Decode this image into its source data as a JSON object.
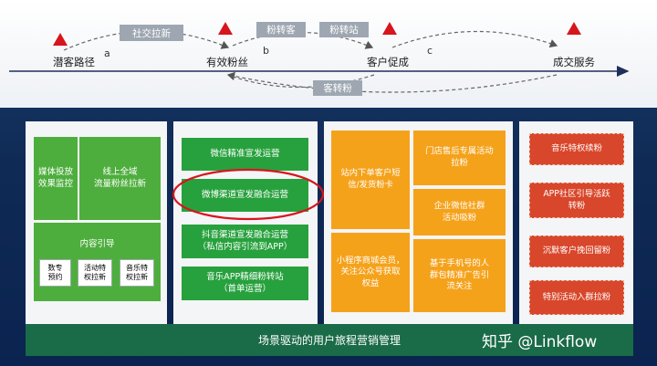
{
  "journey": {
    "stages": [
      "潜客路径",
      "有效粉丝",
      "客户促成",
      "成交服务"
    ],
    "letters": [
      "a",
      "b",
      "c"
    ],
    "conversions": {
      "upper": [
        "社交拉新",
        "粉转客",
        "粉转站"
      ],
      "lower": "客转粉"
    }
  },
  "col1": {
    "top_left": "媒体投放\n效果监控",
    "top_right": "线上全域\n流量粉丝拉新",
    "content_title": "内容引导",
    "content_items": [
      "数专\n预约",
      "活动特\n权拉新",
      "音乐特\n权拉新"
    ]
  },
  "col2": {
    "items": [
      "微信精准宣发运营",
      "微博渠道宣发融合运营",
      "抖音渠道宣发融合运营\n（私信内容引流到APP）",
      "音乐APP精细粉转站\n（首单运营）"
    ]
  },
  "col3": {
    "left": [
      "站内下单客户短\n信/发货粉卡",
      "小程序商城会员，\n关注公众号获取\n权益"
    ],
    "right": [
      "门店售后专属活动\n拉粉",
      "企业微信社群\n活动吸粉",
      "基于手机号的人\n群包精准广告引\n流关注"
    ]
  },
  "col4": {
    "items": [
      "音乐特权续粉",
      "APP社区引导活跃\n转粉",
      "沉默客户挽回留粉",
      "特别活动入群拉粉"
    ]
  },
  "footer": "场景驱动的用户旅程营销管理",
  "watermark": "知乎 @Linkflow",
  "colors": {
    "green": "#4eae3d",
    "orange": "#f5a21b",
    "red": "#d8472b",
    "highlight_circle": "#d7151c",
    "footer": "#1a6b47"
  }
}
